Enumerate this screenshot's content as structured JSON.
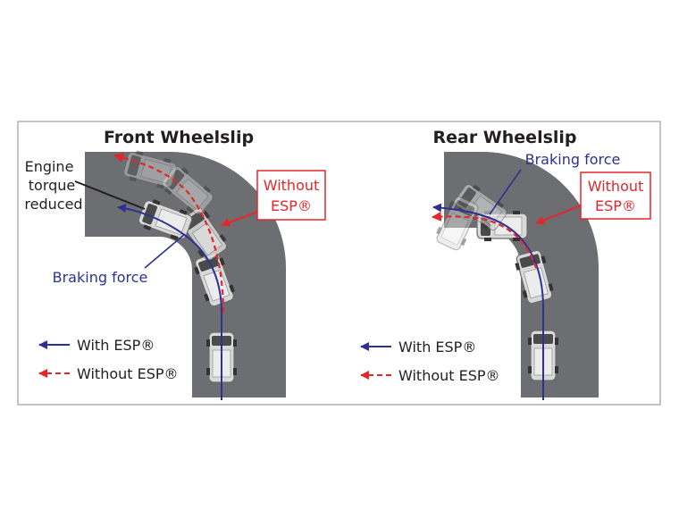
{
  "colors": {
    "road": "#6d6e71",
    "with_esp": "#2e3192",
    "without_esp": "#e3262b",
    "text": "#231f20",
    "van_body": "#d9d9d9",
    "frame": "#8a8a8a"
  },
  "panels": [
    {
      "title": "Front Wheelslip",
      "labels": {
        "engine_line1": "Engine",
        "engine_line2": "torque",
        "engine_line3": "reduced",
        "braking": "Braking force",
        "without_line1": "Without",
        "without_line2": "ESP®"
      },
      "legend": {
        "with": "With ESP®",
        "without": "Without ESP®"
      }
    },
    {
      "title": "Rear Wheelslip",
      "labels": {
        "braking": "Braking force",
        "without_line1": "Without",
        "without_line2": "ESP®"
      },
      "legend": {
        "with": "With ESP®",
        "without": "Without ESP®"
      }
    }
  ]
}
